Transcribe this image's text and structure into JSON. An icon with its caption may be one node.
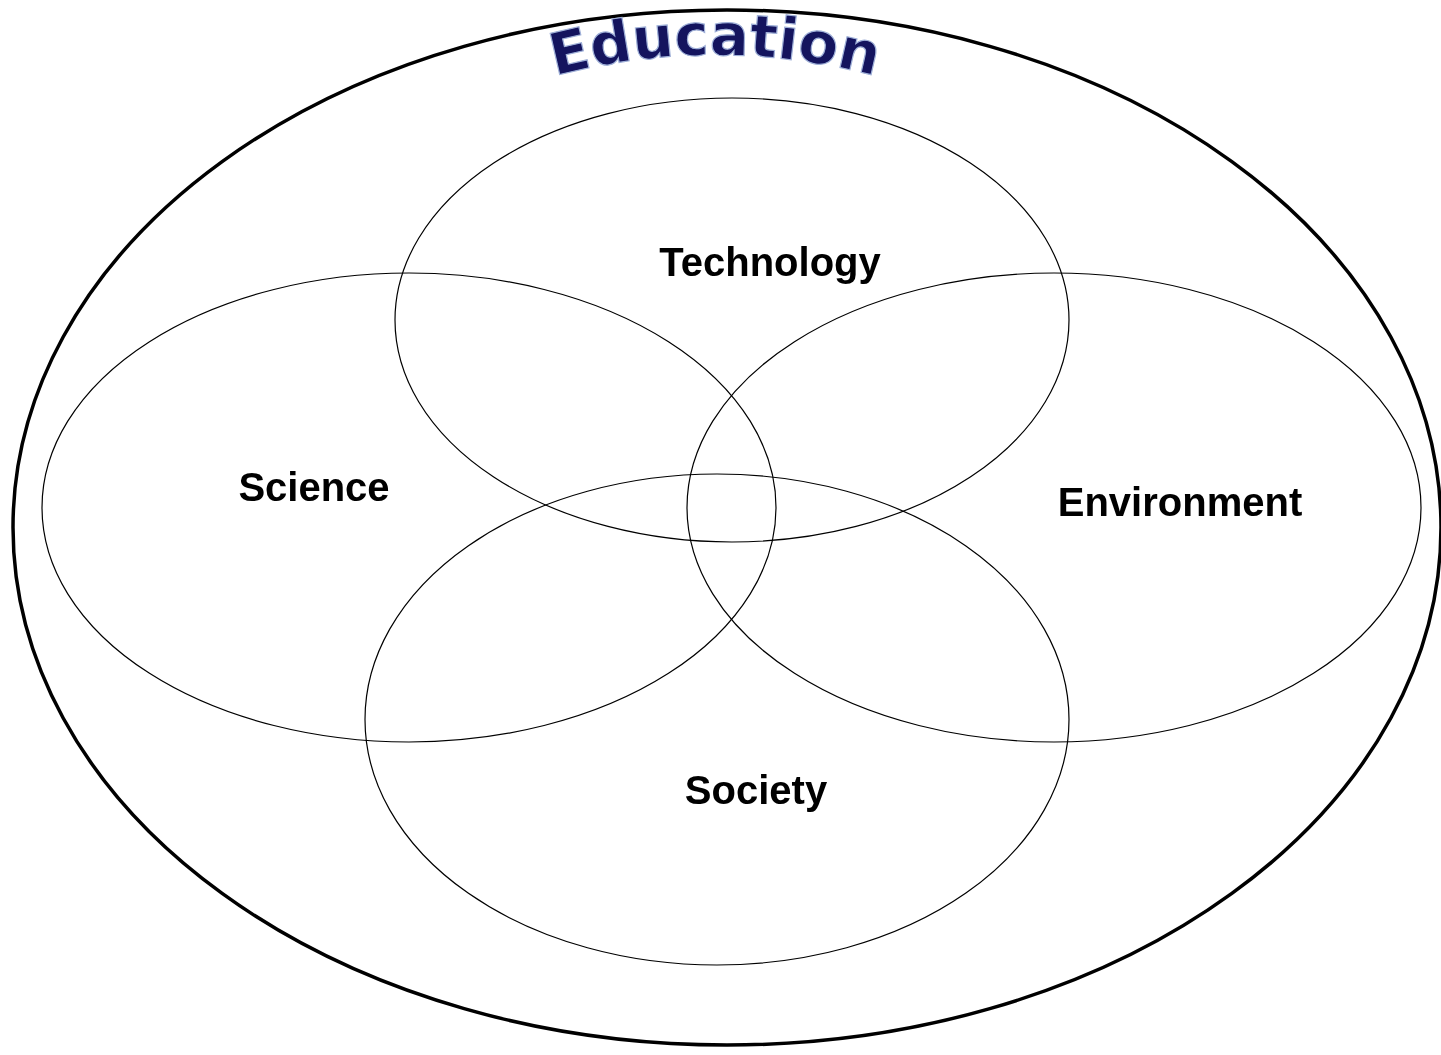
{
  "diagram": {
    "nodes": [
      {
        "text": [
          "Education"
        ]
      },
      {
        "text": [
          "Technology"
        ],
        "in": 0
      },
      {
        "text": [
          "Science"
        ],
        "in": 0
      },
      {
        "text": [
          "Environment"
        ],
        "in": 0
      },
      {
        "text": [
          "Society"
        ],
        "in": 0
      }
    ]
  }
}
